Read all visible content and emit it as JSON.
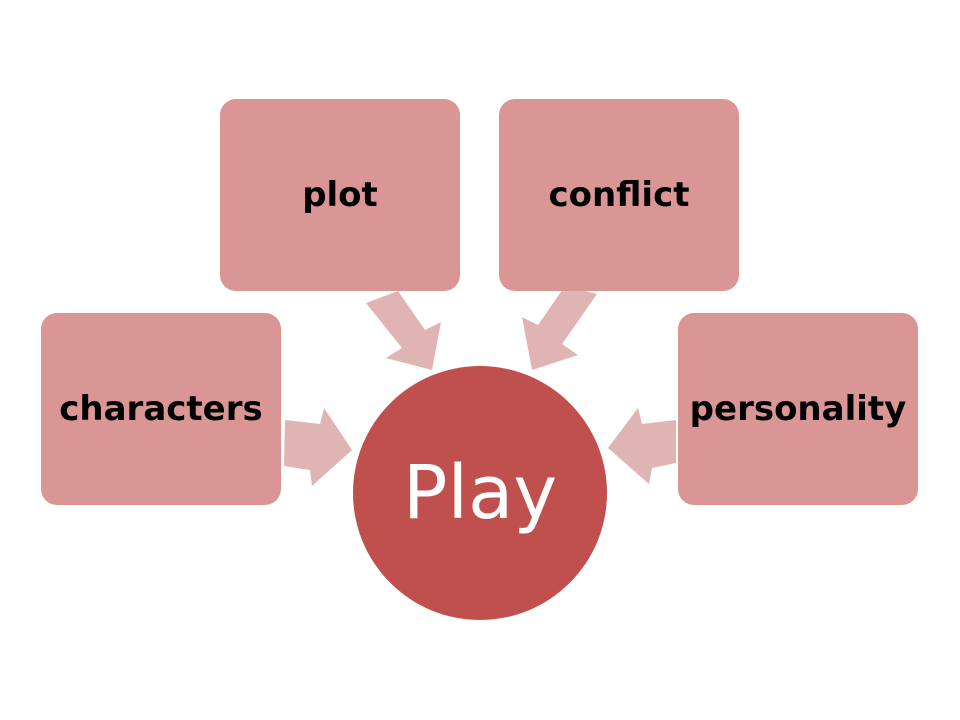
{
  "colors": {
    "box_fill": "#da9694",
    "arrow_fill": "#e0b4b3",
    "center_fill": "#c0504d",
    "center_text": "#ffffff",
    "box_text": "#000000"
  },
  "center": {
    "label": "Play"
  },
  "nodes": {
    "plot": "plot",
    "conflict": "conflict",
    "characters": "characters",
    "personality": "personality"
  }
}
